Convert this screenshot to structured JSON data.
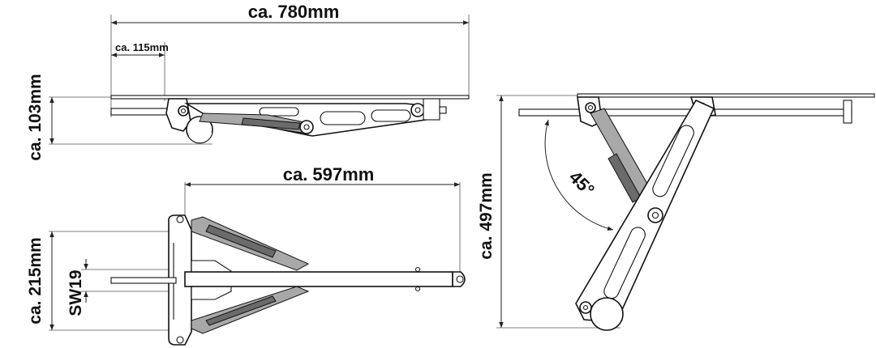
{
  "dimensions": {
    "overall_length": "ca. 780mm",
    "offset_length": "ca. 115mm",
    "folded_height": "ca. 103mm",
    "arm_length": "ca. 597mm",
    "foot_width": "ca. 215mm",
    "wrench_size": "SW19",
    "extended_height": "ca. 497mm",
    "angle": "45°"
  }
}
